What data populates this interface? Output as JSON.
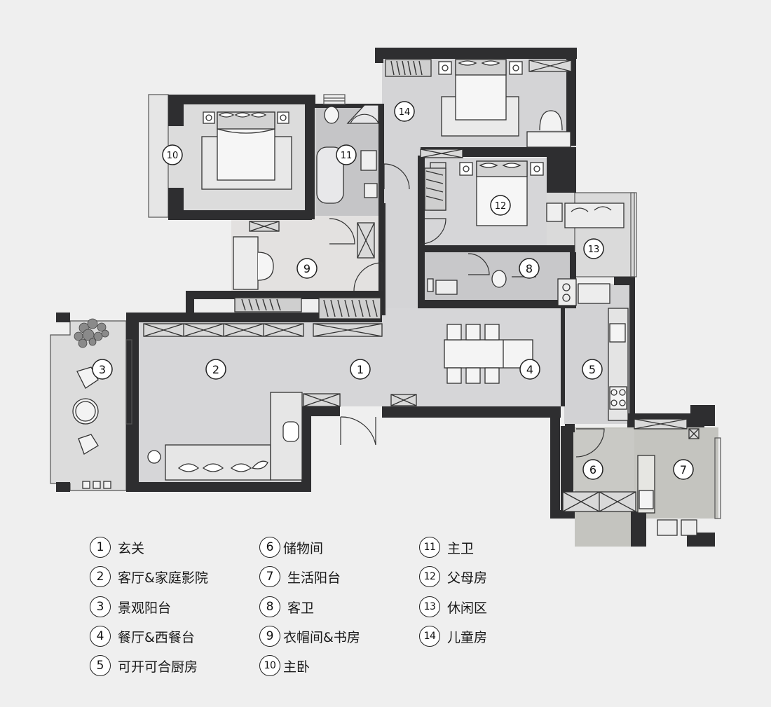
{
  "plan_markers": [
    "1",
    "2",
    "3",
    "4",
    "5",
    "6",
    "7",
    "8",
    "9",
    "10",
    "11",
    "12",
    "13",
    "14"
  ],
  "legend": [
    {
      "num": "1",
      "label": "玄关"
    },
    {
      "num": "2",
      "label": "客厅&家庭影院"
    },
    {
      "num": "3",
      "label": "景观阳台"
    },
    {
      "num": "4",
      "label": "餐厅&西餐台"
    },
    {
      "num": "5",
      "label": "可开可合厨房"
    },
    {
      "num": "6",
      "label": "储物间"
    },
    {
      "num": "7",
      "label": "生活阳台"
    },
    {
      "num": "8",
      "label": "客卫"
    },
    {
      "num": "9",
      "label": "衣帽间&书房"
    },
    {
      "num": "10",
      "label": "主卧"
    },
    {
      "num": "11",
      "label": "主卫"
    },
    {
      "num": "12",
      "label": "父母房"
    },
    {
      "num": "13",
      "label": "休闲区"
    },
    {
      "num": "14",
      "label": "儿童房"
    }
  ],
  "colors": {
    "background": "#efefef",
    "wall": "#2e2e30",
    "floor_main": "#d6d6d7",
    "floor_bedroom": "#dedddd",
    "floor_bath": "#b7b7b9",
    "floor_balcony": "#e2e2e2",
    "floor_storage": "#c6c6c2"
  }
}
